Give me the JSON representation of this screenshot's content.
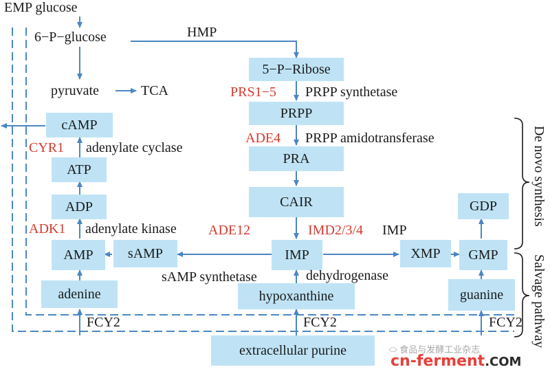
{
  "labels": {
    "emp_glucose": "EMP glucose",
    "glucose6p": "6−P−glucose",
    "hmp": "HMP",
    "pyruvate": "pyruvate",
    "tca": "TCA"
  },
  "nodes": {
    "ribose5p": "5−P−Ribose",
    "prpp": "PRPP",
    "pra": "PRA",
    "cair": "CAIR",
    "imp": "IMP",
    "camp": "cAMP",
    "atp": "ATP",
    "adp": "ADP",
    "amp": "AMP",
    "samp": "sAMP",
    "adenine": "adenine",
    "hypoxanthine": "hypoxanthine",
    "xmp": "XMP",
    "gmp": "GMP",
    "gdp": "GDP",
    "guanine": "guanine",
    "extracellular_purine": "extracellular purine"
  },
  "genes": {
    "prs": "PRS1−5",
    "ade4": "ADE4",
    "ade12": "ADE12",
    "imd": "IMD2/3/4",
    "cyr1": "CYR1",
    "adk1": "ADK1",
    "fcy2_left": "FCY2",
    "fcy2_middle": "FCY2",
    "fcy2_right": "FCY2"
  },
  "enzymes": {
    "prpp_synthetase": "PRPP synthetase",
    "prpp_amidotransferase": "PRPP amidotransferase",
    "adenylate_cyclase": "adenylate cyclase",
    "adenylate_kinase": "adenylate kinase",
    "imp": "IMP",
    "samp_synthetase": "sAMP synthetase",
    "dehydrogenase": "dehydrogenase"
  },
  "brackets": {
    "de_novo": "De novo synthesis",
    "salvage": "Salvage pathway"
  },
  "watermark": {
    "wechat_text": "食品与发酵工业杂志",
    "site": "cn-ferment",
    "site_suffix": ".COM"
  },
  "colors": {
    "node_fill": "#bfe3f5",
    "arrow": "#4a86c5",
    "gene_red": "#d43a2f",
    "dashed": "#4a86c5"
  }
}
